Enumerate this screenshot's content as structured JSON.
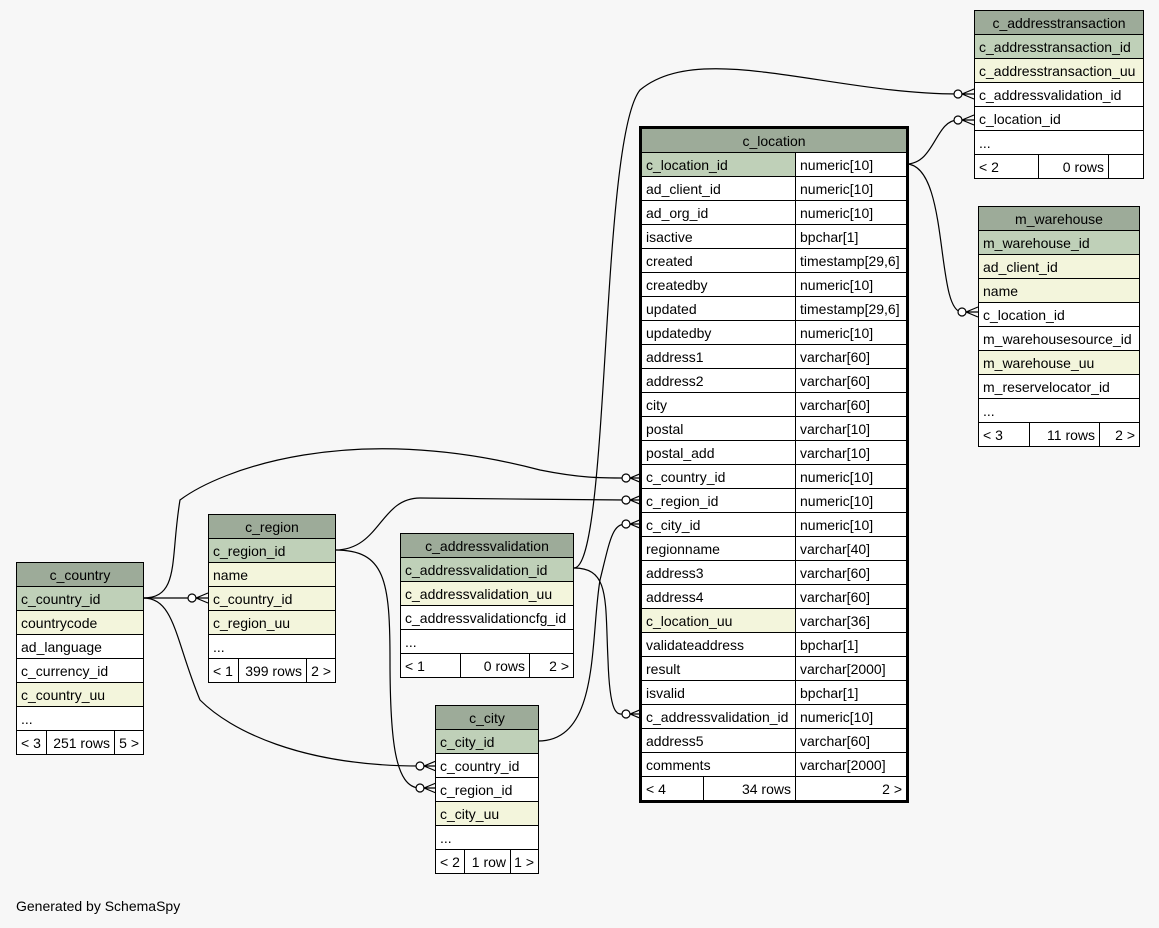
{
  "footer": "Generated by SchemaSpy",
  "colors": {
    "header": "#9dab99",
    "primary_key": "#bfd0b8",
    "unique": "#f3f5dc",
    "column": "#ffffff",
    "background": "#f7f7f7",
    "edge": "#000000"
  },
  "tables": {
    "c_location": {
      "name": "c_location",
      "columns": [
        {
          "name": "c_location_id",
          "type": "numeric[10]",
          "kind": "pk"
        },
        {
          "name": "ad_client_id",
          "type": "numeric[10]",
          "kind": "plain"
        },
        {
          "name": "ad_org_id",
          "type": "numeric[10]",
          "kind": "plain"
        },
        {
          "name": "isactive",
          "type": "bpchar[1]",
          "kind": "plain"
        },
        {
          "name": "created",
          "type": "timestamp[29,6]",
          "kind": "plain"
        },
        {
          "name": "createdby",
          "type": "numeric[10]",
          "kind": "plain"
        },
        {
          "name": "updated",
          "type": "timestamp[29,6]",
          "kind": "plain"
        },
        {
          "name": "updatedby",
          "type": "numeric[10]",
          "kind": "plain"
        },
        {
          "name": "address1",
          "type": "varchar[60]",
          "kind": "plain"
        },
        {
          "name": "address2",
          "type": "varchar[60]",
          "kind": "plain"
        },
        {
          "name": "city",
          "type": "varchar[60]",
          "kind": "plain"
        },
        {
          "name": "postal",
          "type": "varchar[10]",
          "kind": "plain"
        },
        {
          "name": "postal_add",
          "type": "varchar[10]",
          "kind": "plain"
        },
        {
          "name": "c_country_id",
          "type": "numeric[10]",
          "kind": "plain"
        },
        {
          "name": "c_region_id",
          "type": "numeric[10]",
          "kind": "plain"
        },
        {
          "name": "c_city_id",
          "type": "numeric[10]",
          "kind": "plain"
        },
        {
          "name": "regionname",
          "type": "varchar[40]",
          "kind": "plain"
        },
        {
          "name": "address3",
          "type": "varchar[60]",
          "kind": "plain"
        },
        {
          "name": "address4",
          "type": "varchar[60]",
          "kind": "plain"
        },
        {
          "name": "c_location_uu",
          "type": "varchar[36]",
          "kind": "uu"
        },
        {
          "name": "validateaddress",
          "type": "bpchar[1]",
          "kind": "plain"
        },
        {
          "name": "result",
          "type": "varchar[2000]",
          "kind": "plain"
        },
        {
          "name": "isvalid",
          "type": "bpchar[1]",
          "kind": "plain"
        },
        {
          "name": "c_addressvalidation_id",
          "type": "numeric[10]",
          "kind": "plain"
        },
        {
          "name": "address5",
          "type": "varchar[60]",
          "kind": "plain"
        },
        {
          "name": "comments",
          "type": "varchar[2000]",
          "kind": "plain"
        }
      ],
      "footer": {
        "parents": "< 4",
        "rows": "34 rows",
        "children": "2 >"
      }
    },
    "c_addresstransaction": {
      "name": "c_addresstransaction",
      "columns": [
        {
          "name": "c_addresstransaction_id",
          "kind": "pk"
        },
        {
          "name": "c_addresstransaction_uu",
          "kind": "uu"
        },
        {
          "name": "c_addressvalidation_id",
          "kind": "plain"
        },
        {
          "name": "c_location_id",
          "kind": "plain"
        },
        {
          "name": "...",
          "kind": "plain"
        }
      ],
      "footer": {
        "parents": "< 2",
        "rows": "0 rows",
        "children": ""
      }
    },
    "m_warehouse": {
      "name": "m_warehouse",
      "columns": [
        {
          "name": "m_warehouse_id",
          "kind": "pk"
        },
        {
          "name": "ad_client_id",
          "kind": "uu"
        },
        {
          "name": "name",
          "kind": "uu"
        },
        {
          "name": "c_location_id",
          "kind": "plain"
        },
        {
          "name": "m_warehousesource_id",
          "kind": "plain"
        },
        {
          "name": "m_warehouse_uu",
          "kind": "uu"
        },
        {
          "name": "m_reservelocator_id",
          "kind": "plain"
        },
        {
          "name": "...",
          "kind": "plain"
        }
      ],
      "footer": {
        "parents": "< 3",
        "rows": "11 rows",
        "children": "2 >"
      }
    },
    "c_region": {
      "name": "c_region",
      "columns": [
        {
          "name": "c_region_id",
          "kind": "pk"
        },
        {
          "name": "name",
          "kind": "uu"
        },
        {
          "name": "c_country_id",
          "kind": "uu"
        },
        {
          "name": "c_region_uu",
          "kind": "uu"
        },
        {
          "name": "...",
          "kind": "plain"
        }
      ],
      "footer": {
        "parents": "< 1",
        "rows": "399 rows",
        "children": "2 >"
      }
    },
    "c_addressvalidation": {
      "name": "c_addressvalidation",
      "columns": [
        {
          "name": "c_addressvalidation_id",
          "kind": "pk"
        },
        {
          "name": "c_addressvalidation_uu",
          "kind": "uu"
        },
        {
          "name": "c_addressvalidationcfg_id",
          "kind": "plain"
        },
        {
          "name": "...",
          "kind": "plain"
        }
      ],
      "footer": {
        "parents": "< 1",
        "rows": "0 rows",
        "children": "2 >"
      }
    },
    "c_country": {
      "name": "c_country",
      "columns": [
        {
          "name": "c_country_id",
          "kind": "pk"
        },
        {
          "name": "countrycode",
          "kind": "uu"
        },
        {
          "name": "ad_language",
          "kind": "plain"
        },
        {
          "name": "c_currency_id",
          "kind": "plain"
        },
        {
          "name": "c_country_uu",
          "kind": "uu"
        },
        {
          "name": "...",
          "kind": "plain"
        }
      ],
      "footer": {
        "parents": "< 3",
        "rows": "251 rows",
        "children": "5 >"
      }
    },
    "c_city": {
      "name": "c_city",
      "columns": [
        {
          "name": "c_city_id",
          "kind": "pk"
        },
        {
          "name": "c_country_id",
          "kind": "plain"
        },
        {
          "name": "c_region_id",
          "kind": "plain"
        },
        {
          "name": "c_city_uu",
          "kind": "uu"
        },
        {
          "name": "...",
          "kind": "plain"
        }
      ],
      "footer": {
        "parents": "< 2",
        "rows": "1 row",
        "children": "1 >"
      }
    }
  },
  "relationships": [
    {
      "from_table": "c_location",
      "from_column": "c_location_id",
      "to_table": "c_addresstransaction",
      "to_column": "c_location_id"
    },
    {
      "from_table": "c_location",
      "from_column": "c_location_id",
      "to_table": "m_warehouse",
      "to_column": "c_location_id"
    },
    {
      "from_table": "c_addressvalidation",
      "from_column": "c_addressvalidation_id",
      "to_table": "c_addresstransaction",
      "to_column": "c_addressvalidation_id"
    },
    {
      "from_table": "c_addressvalidation",
      "from_column": "c_addressvalidation_id",
      "to_table": "c_location",
      "to_column": "c_addressvalidation_id"
    },
    {
      "from_table": "c_country",
      "from_column": "c_country_id",
      "to_table": "c_location",
      "to_column": "c_country_id"
    },
    {
      "from_table": "c_country",
      "from_column": "c_country_id",
      "to_table": "c_region",
      "to_column": "c_country_id"
    },
    {
      "from_table": "c_country",
      "from_column": "c_country_id",
      "to_table": "c_city",
      "to_column": "c_country_id"
    },
    {
      "from_table": "c_region",
      "from_column": "c_region_id",
      "to_table": "c_location",
      "to_column": "c_region_id"
    },
    {
      "from_table": "c_region",
      "from_column": "c_region_id",
      "to_table": "c_city",
      "to_column": "c_region_id"
    },
    {
      "from_table": "c_city",
      "from_column": "c_city_id",
      "to_table": "c_location",
      "to_column": "c_city_id"
    }
  ]
}
